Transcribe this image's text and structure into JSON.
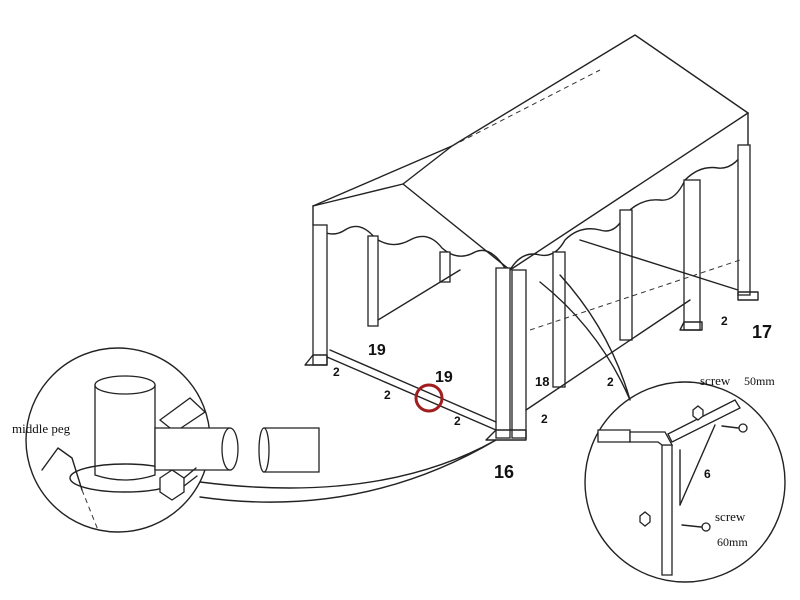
{
  "labels": {
    "top_right_number": "17",
    "front_number": "16",
    "side_19_a": "19",
    "side_19_b": "19",
    "side_18": "18",
    "count_2_a": "2",
    "count_2_b": "2",
    "count_2_c": "2",
    "count_2_d": "2",
    "count_2_e": "2",
    "count_2_f": "2",
    "detail_6": "6",
    "middle_peg": "middle peg",
    "screw_50_word": "screw",
    "screw_50_size": "50mm",
    "screw_60_word": "screw",
    "screw_60_size": "60mm"
  },
  "colors": {
    "line": "#222222",
    "highlight_circle": "#a01e1e",
    "background": "#ffffff"
  },
  "icons": {
    "highlight": "red-circle-marker",
    "screw": "hex-bolt-icon"
  }
}
